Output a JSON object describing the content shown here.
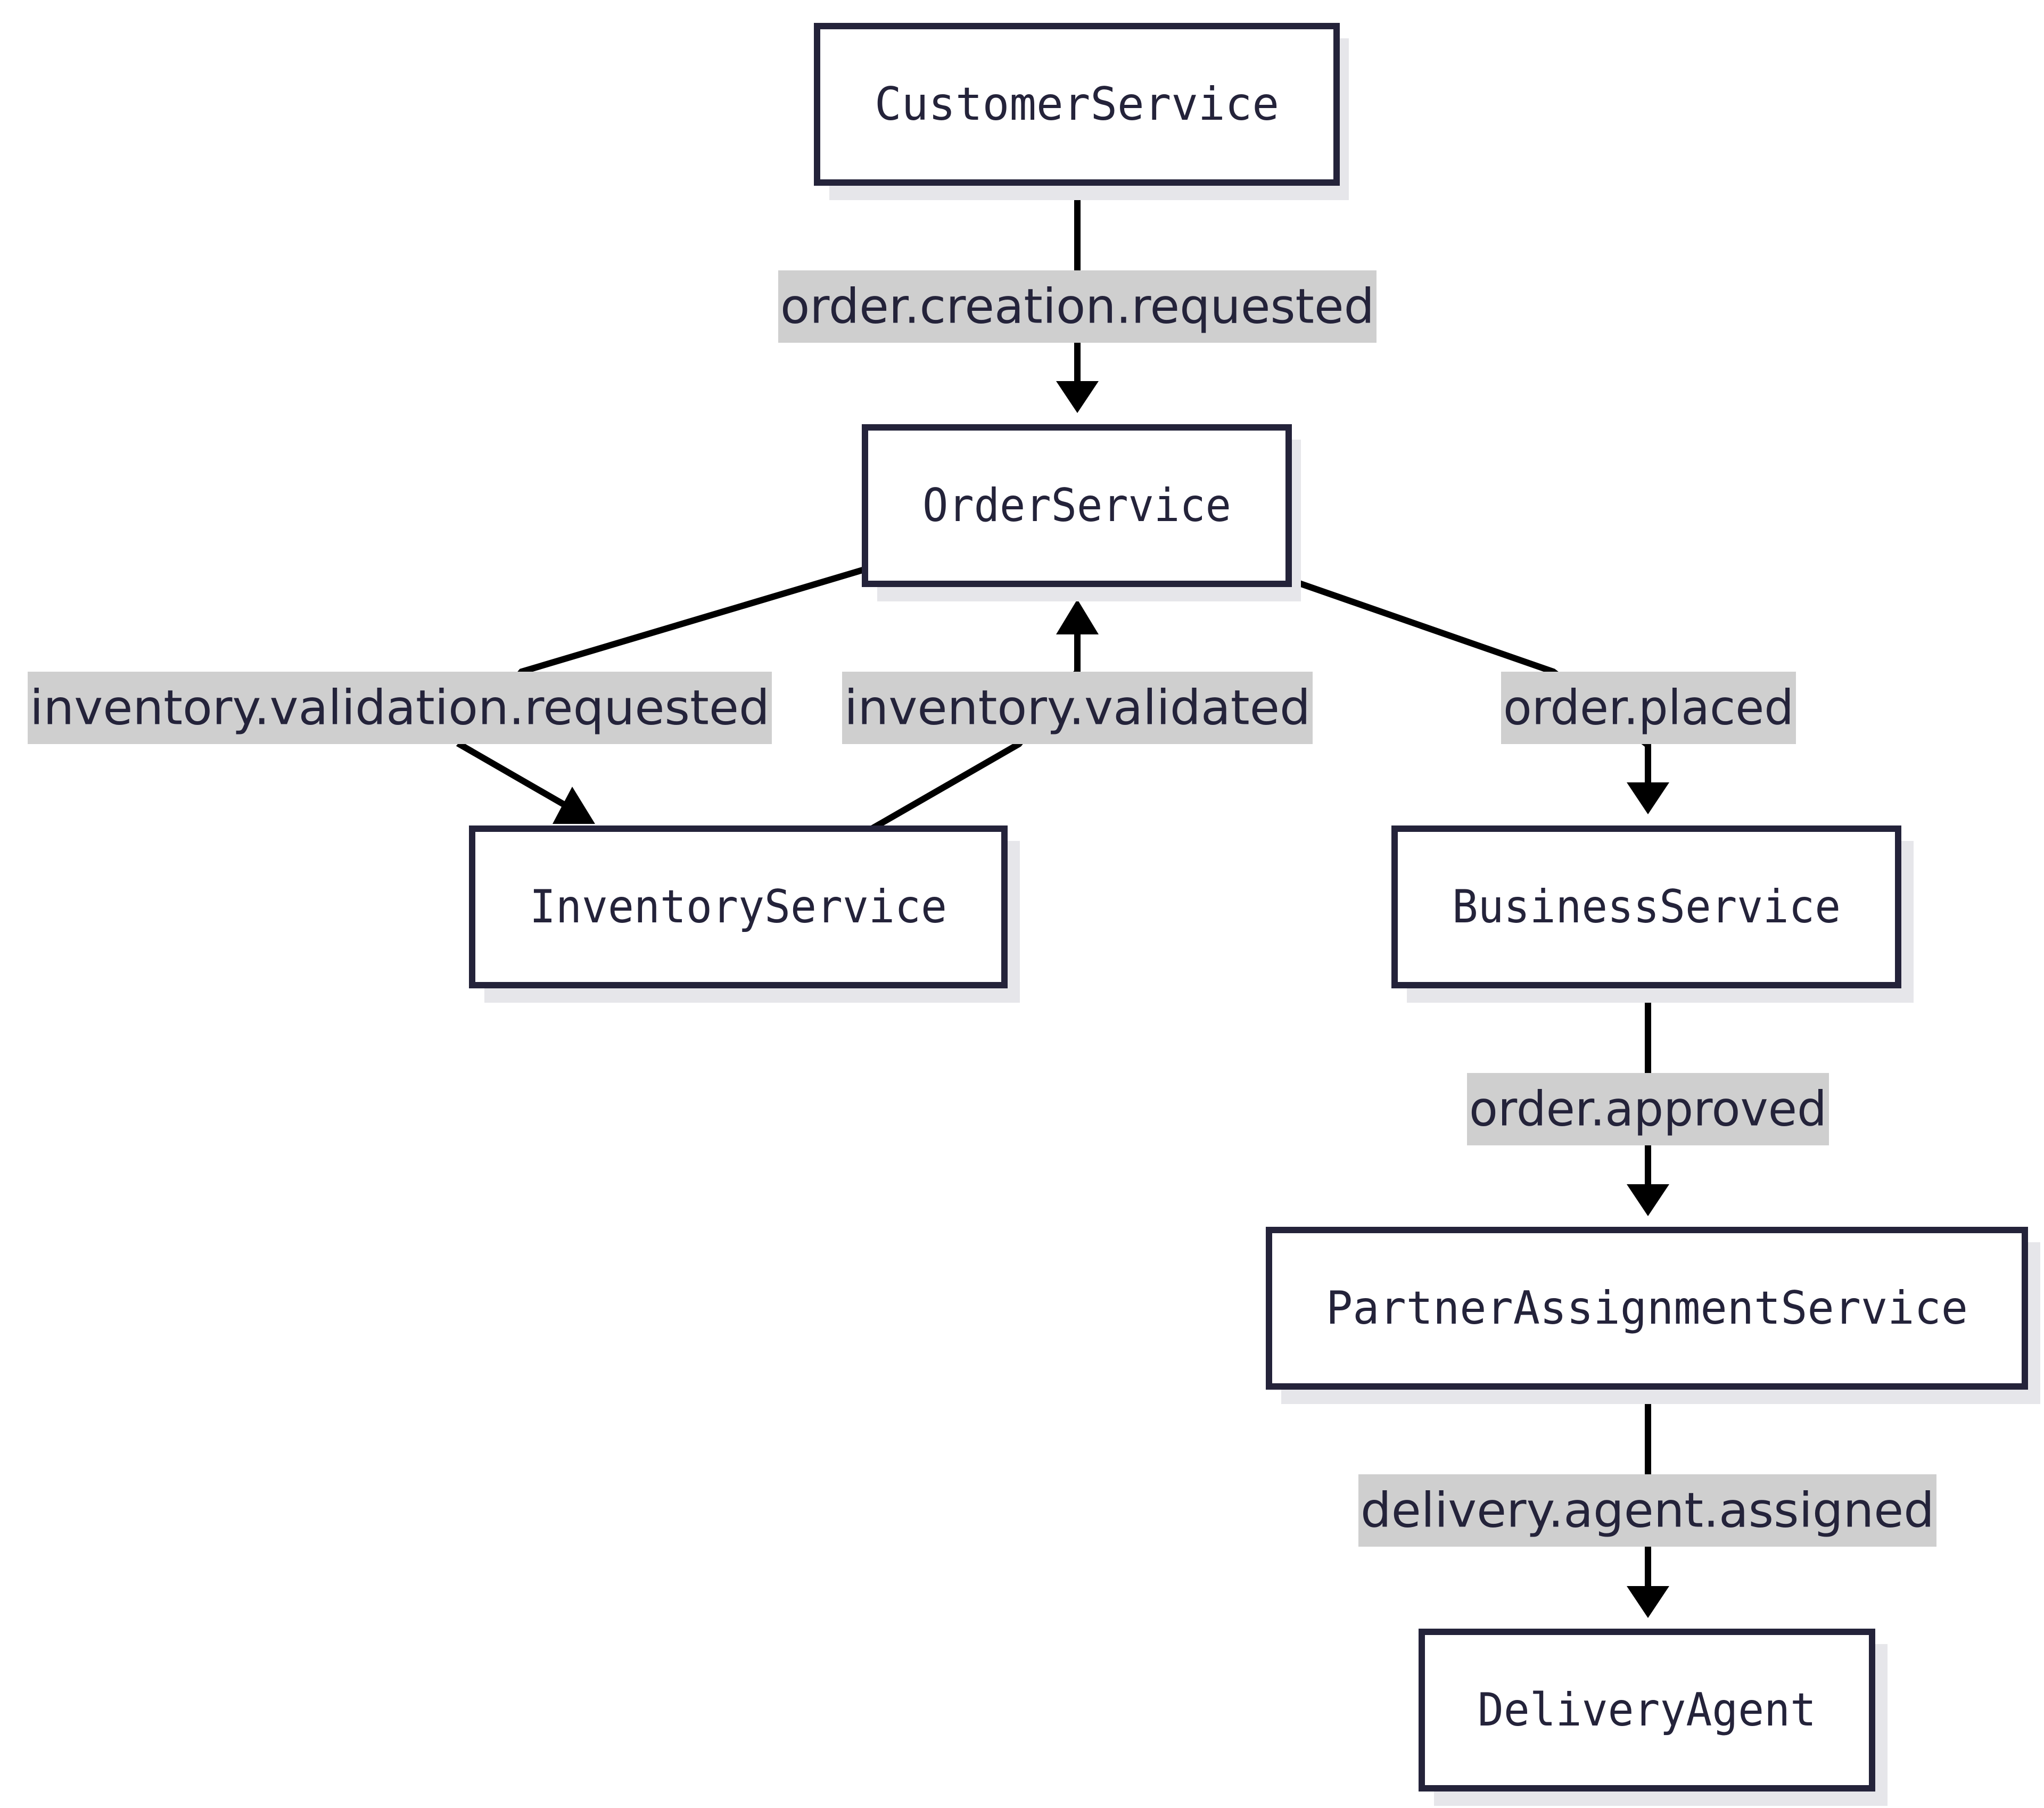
{
  "diagram": {
    "nodes": {
      "customer": {
        "label": "CustomerService"
      },
      "order": {
        "label": "OrderService"
      },
      "inventory": {
        "label": "InventoryService"
      },
      "business": {
        "label": "BusinessService"
      },
      "partner": {
        "label": "PartnerAssignmentService"
      },
      "delivery": {
        "label": "DeliveryAgent"
      }
    },
    "edges": {
      "creation": {
        "label": "order.creation.requested",
        "from": "CustomerService",
        "to": "OrderService"
      },
      "validation_requested": {
        "label": "inventory.validation.requested",
        "from": "OrderService",
        "to": "InventoryService"
      },
      "validated": {
        "label": "inventory.validated",
        "from": "InventoryService",
        "to": "OrderService"
      },
      "placed": {
        "label": "order.placed",
        "from": "OrderService",
        "to": "BusinessService"
      },
      "approved": {
        "label": "order.approved",
        "from": "BusinessService",
        "to": "PartnerAssignmentService"
      },
      "assigned": {
        "label": "delivery.agent.assigned",
        "from": "PartnerAssignmentService",
        "to": "DeliveryAgent"
      }
    },
    "colors": {
      "node_border": "#24233a",
      "node_text": "#24233a",
      "node_shadow": "#e6e6ea",
      "edge_line": "#000000",
      "edge_label_background": "#cfcfcf"
    }
  }
}
